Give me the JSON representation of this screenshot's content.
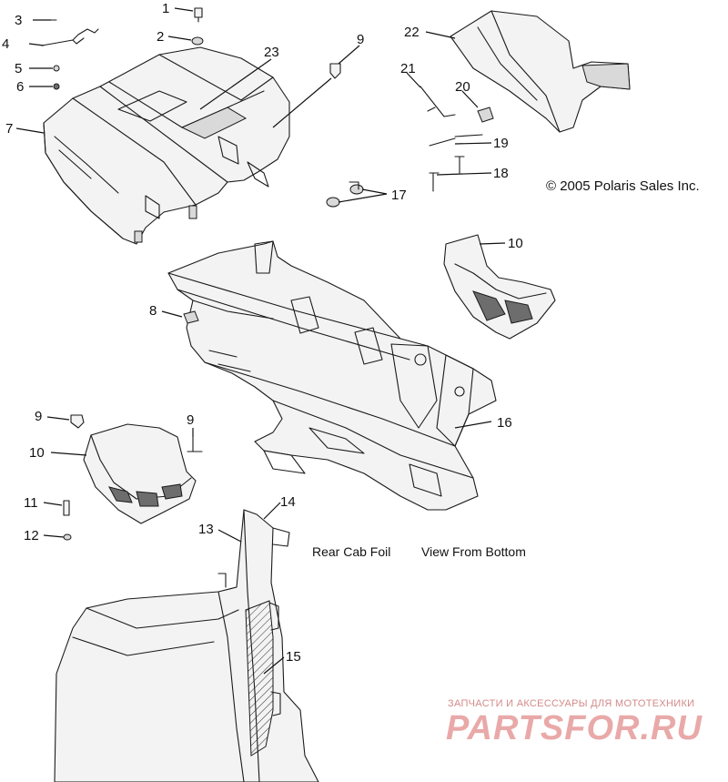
{
  "diagram": {
    "copyright": "© 2005 Polaris Sales Inc.",
    "captions": {
      "rear_cab_foil": "Rear Cab Foil",
      "view_from_bottom": "View From Bottom"
    },
    "callouts": {
      "c1": "1",
      "c2": "2",
      "c3": "3",
      "c4": "4",
      "c5": "5",
      "c6": "6",
      "c7": "7",
      "c8": "8",
      "c9a": "9",
      "c9b": "9",
      "c9c": "9",
      "c10a": "10",
      "c10b": "10",
      "c11": "11",
      "c12": "12",
      "c13": "13",
      "c14": "14",
      "c15": "15",
      "c16": "16",
      "c17": "17",
      "c18": "18",
      "c19": "19",
      "c20": "20",
      "c21": "21",
      "c22": "22",
      "c23": "23"
    },
    "watermark": {
      "tagline": "ЗАПЧАСТИ И АКСЕССУАРЫ ДЛЯ МОТОТЕХНИКИ",
      "brand": "PARTSFOR.RU"
    }
  }
}
